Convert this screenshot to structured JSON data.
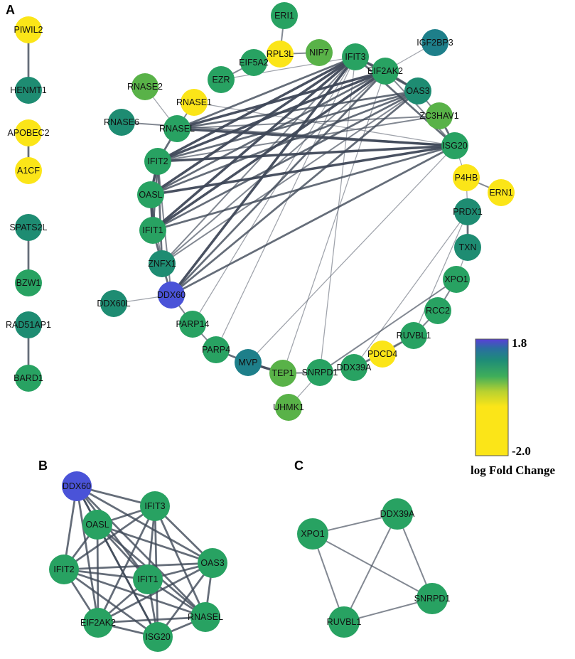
{
  "panels": {
    "a": "A",
    "b": "B",
    "c": "C"
  },
  "legend": {
    "max_label": "1.8",
    "min_label": "-2.0",
    "title": "log Fold Change",
    "max": 1.8,
    "min": -2.0
  },
  "colors": {
    "blue": "#4a53d8",
    "teal": "#1e7f8a",
    "deep_green": "#1e8c72",
    "green": "#28a262",
    "light_green": "#59b248",
    "yellow": "#fbe518",
    "edge": "#3f4858"
  },
  "panel_a_left": {
    "nodes": [
      {
        "id": "PIWIL2",
        "color": "yellow"
      },
      {
        "id": "HENMT1",
        "color": "deep_green"
      },
      {
        "id": "APOBEC2",
        "color": "yellow"
      },
      {
        "id": "A1CF",
        "color": "yellow"
      },
      {
        "id": "SPATS2L",
        "color": "deep_green"
      },
      {
        "id": "BZW1",
        "color": "green"
      },
      {
        "id": "RAD51AP1",
        "color": "deep_green"
      },
      {
        "id": "BARD1",
        "color": "green"
      }
    ],
    "edges": [
      [
        "PIWIL2",
        "HENMT1"
      ],
      [
        "APOBEC2",
        "A1CF"
      ],
      [
        "SPATS2L",
        "BZW1"
      ],
      [
        "RAD51AP1",
        "BARD1"
      ]
    ]
  },
  "panel_a_main": {
    "nodes": [
      {
        "id": "ERI1",
        "color": "green"
      },
      {
        "id": "RPL3L",
        "color": "yellow"
      },
      {
        "id": "NIP7",
        "color": "light_green"
      },
      {
        "id": "IFIT3",
        "color": "green"
      },
      {
        "id": "IGF2BP3",
        "color": "teal"
      },
      {
        "id": "EIF2AK2",
        "color": "green"
      },
      {
        "id": "EIF5A2",
        "color": "green"
      },
      {
        "id": "EZR",
        "color": "green"
      },
      {
        "id": "OAS3",
        "color": "deep_green"
      },
      {
        "id": "RNASE2",
        "color": "light_green"
      },
      {
        "id": "RNASE1",
        "color": "yellow"
      },
      {
        "id": "ZC3HAV1",
        "color": "light_green"
      },
      {
        "id": "RNASE6",
        "color": "deep_green"
      },
      {
        "id": "RNASEL",
        "color": "green"
      },
      {
        "id": "ISG20",
        "color": "green"
      },
      {
        "id": "IFIT2",
        "color": "green"
      },
      {
        "id": "P4HB",
        "color": "yellow"
      },
      {
        "id": "ERN1",
        "color": "yellow"
      },
      {
        "id": "OASL",
        "color": "green"
      },
      {
        "id": "PRDX1",
        "color": "deep_green"
      },
      {
        "id": "IFIT1",
        "color": "green"
      },
      {
        "id": "TXN",
        "color": "deep_green"
      },
      {
        "id": "ZNFX1",
        "color": "deep_green"
      },
      {
        "id": "XPO1",
        "color": "green"
      },
      {
        "id": "DDX60L",
        "color": "deep_green"
      },
      {
        "id": "DDX60",
        "color": "blue"
      },
      {
        "id": "RCC2",
        "color": "green"
      },
      {
        "id": "PARP14",
        "color": "green"
      },
      {
        "id": "RUVBL1",
        "color": "green"
      },
      {
        "id": "PARP4",
        "color": "green"
      },
      {
        "id": "MVP",
        "color": "teal"
      },
      {
        "id": "PDCD4",
        "color": "yellow"
      },
      {
        "id": "TEP1",
        "color": "light_green"
      },
      {
        "id": "SNRPD1",
        "color": "green"
      },
      {
        "id": "DDX39A",
        "color": "green"
      },
      {
        "id": "UHMK1",
        "color": "light_green"
      }
    ],
    "edges": [
      [
        "ERI1",
        "RPL3L",
        2
      ],
      [
        "RPL3L",
        "EIF5A2",
        2
      ],
      [
        "EIF5A2",
        "EZR",
        2
      ],
      [
        "RPL3L",
        "NIP7",
        2
      ],
      [
        "IFIT3",
        "EIF2AK2",
        3
      ],
      [
        "EIF2AK2",
        "OAS3",
        3
      ],
      [
        "OAS3",
        "ZC3HAV1",
        2
      ],
      [
        "ZC3HAV1",
        "ISG20",
        3
      ],
      [
        "IGF2BP3",
        "EIF2AK2",
        1
      ],
      [
        "RNASE1",
        "RNASEL",
        2
      ],
      [
        "RNASEL",
        "IFIT2",
        3
      ],
      [
        "IFIT2",
        "OASL",
        4
      ],
      [
        "OASL",
        "IFIT1",
        4
      ],
      [
        "IFIT1",
        "ZNFX1",
        3
      ],
      [
        "ZNFX1",
        "DDX60",
        3
      ],
      [
        "DDX60",
        "DDX60L",
        1
      ],
      [
        "DDX60",
        "PARP14",
        2
      ],
      [
        "PARP14",
        "PARP4",
        2
      ],
      [
        "PARP4",
        "MVP",
        3
      ],
      [
        "MVP",
        "TEP1",
        4
      ],
      [
        "TEP1",
        "SNRPD1",
        2
      ],
      [
        "SNRPD1",
        "UHMK1",
        1
      ],
      [
        "SNRPD1",
        "DDX39A",
        2
      ],
      [
        "DDX39A",
        "PDCD4",
        2
      ],
      [
        "PDCD4",
        "RUVBL1",
        2
      ],
      [
        "DDX39A",
        "RUVBL1",
        2
      ],
      [
        "RUVBL1",
        "RCC2",
        2
      ],
      [
        "RCC2",
        "XPO1",
        2
      ],
      [
        "SNRPD1",
        "XPO1",
        2
      ],
      [
        "XPO1",
        "TXN",
        1
      ],
      [
        "TXN",
        "PRDX1",
        3
      ],
      [
        "P4HB",
        "ERN1",
        2
      ],
      [
        "PRDX1",
        "P4HB",
        1
      ],
      [
        "ISG20",
        "P4HB",
        1
      ],
      [
        "DDX60",
        "IFIT3",
        4
      ],
      [
        "DDX60",
        "EIF2AK2",
        3
      ],
      [
        "DDX60",
        "OAS3",
        3
      ],
      [
        "DDX60",
        "ISG20",
        3
      ],
      [
        "IFIT2",
        "IFIT3",
        4
      ],
      [
        "IFIT2",
        "EIF2AK2",
        4
      ],
      [
        "IFIT2",
        "OAS3",
        3
      ],
      [
        "IFIT2",
        "ISG20",
        4
      ],
      [
        "IFIT2",
        "ZC3HAV1",
        2
      ],
      [
        "OASL",
        "IFIT3",
        4
      ],
      [
        "OASL",
        "EIF2AK2",
        3
      ],
      [
        "OASL",
        "OAS3",
        3
      ],
      [
        "OASL",
        "ISG20",
        4
      ],
      [
        "IFIT1",
        "IFIT3",
        4
      ],
      [
        "IFIT1",
        "EIF2AK2",
        4
      ],
      [
        "IFIT1",
        "OAS3",
        3
      ],
      [
        "IFIT1",
        "ISG20",
        3
      ],
      [
        "RNASEL",
        "IFIT3",
        3
      ],
      [
        "RNASEL",
        "EIF2AK2",
        4
      ],
      [
        "RNASEL",
        "OAS3",
        3
      ],
      [
        "RNASEL",
        "ISG20",
        4
      ],
      [
        "RNASEL",
        "ZC3HAV1",
        2
      ],
      [
        "ZNFX1",
        "IFIT3",
        2
      ],
      [
        "ZNFX1",
        "EIF2AK2",
        2
      ],
      [
        "ZNFX1",
        "OAS3",
        2
      ],
      [
        "RNASE2",
        "RNASEL",
        1
      ],
      [
        "RNASE6",
        "ISG20",
        2
      ],
      [
        "EZR",
        "IFIT3",
        1
      ],
      [
        "IFIT3",
        "SNRPD1",
        1
      ],
      [
        "RNASE1",
        "ISG20",
        1
      ],
      [
        "IFIT3",
        "ISG20",
        3
      ],
      [
        "EIF2AK2",
        "ISG20",
        2
      ],
      [
        "IFIT3",
        "OAS3",
        3
      ],
      [
        "IFIT2",
        "IFIT1",
        3
      ],
      [
        "IFIT2",
        "ZNFX1",
        3
      ],
      [
        "OASL",
        "ZNFX1",
        2
      ],
      [
        "DDX60",
        "IFIT2",
        2
      ],
      [
        "PARP14",
        "IFIT3",
        1
      ],
      [
        "PARP4",
        "IFIT3",
        1
      ],
      [
        "MVP",
        "ISG20",
        1
      ],
      [
        "TEP1",
        "EIF2AK2",
        1
      ],
      [
        "DDX39A",
        "PRDX1",
        1
      ],
      [
        "RUVBL1",
        "PRDX1",
        1
      ]
    ]
  },
  "panel_b": {
    "nodes": [
      {
        "id": "DDX60",
        "color": "blue"
      },
      {
        "id": "IFIT3",
        "color": "green"
      },
      {
        "id": "OASL",
        "color": "green"
      },
      {
        "id": "OAS3",
        "color": "green"
      },
      {
        "id": "IFIT2",
        "color": "green"
      },
      {
        "id": "IFIT1",
        "color": "green"
      },
      {
        "id": "EIF2AK2",
        "color": "green"
      },
      {
        "id": "RNASEL",
        "color": "green"
      },
      {
        "id": "ISG20",
        "color": "green"
      }
    ],
    "edges": [
      [
        "DDX60",
        "IFIT3"
      ],
      [
        "DDX60",
        "OASL"
      ],
      [
        "DDX60",
        "OAS3"
      ],
      [
        "DDX60",
        "IFIT2"
      ],
      [
        "DDX60",
        "IFIT1"
      ],
      [
        "DDX60",
        "EIF2AK2"
      ],
      [
        "DDX60",
        "RNASEL"
      ],
      [
        "DDX60",
        "ISG20"
      ],
      [
        "IFIT3",
        "OASL"
      ],
      [
        "IFIT3",
        "OAS3"
      ],
      [
        "IFIT3",
        "IFIT2"
      ],
      [
        "IFIT3",
        "IFIT1"
      ],
      [
        "IFIT3",
        "EIF2AK2"
      ],
      [
        "IFIT3",
        "RNASEL"
      ],
      [
        "IFIT3",
        "ISG20"
      ],
      [
        "OASL",
        "OAS3"
      ],
      [
        "OASL",
        "IFIT2"
      ],
      [
        "OASL",
        "IFIT1"
      ],
      [
        "OASL",
        "EIF2AK2"
      ],
      [
        "OASL",
        "RNASEL"
      ],
      [
        "OASL",
        "ISG20"
      ],
      [
        "OAS3",
        "IFIT2"
      ],
      [
        "OAS3",
        "IFIT1"
      ],
      [
        "OAS3",
        "EIF2AK2"
      ],
      [
        "OAS3",
        "RNASEL"
      ],
      [
        "OAS3",
        "ISG20"
      ],
      [
        "IFIT2",
        "IFIT1"
      ],
      [
        "IFIT2",
        "EIF2AK2"
      ],
      [
        "IFIT2",
        "RNASEL"
      ],
      [
        "IFIT2",
        "ISG20"
      ],
      [
        "IFIT1",
        "EIF2AK2"
      ],
      [
        "IFIT1",
        "RNASEL"
      ],
      [
        "IFIT1",
        "ISG20"
      ],
      [
        "EIF2AK2",
        "ISG20"
      ],
      [
        "EIF2AK2",
        "RNASEL"
      ],
      [
        "RNASEL",
        "ISG20"
      ]
    ]
  },
  "panel_c": {
    "nodes": [
      {
        "id": "XPO1",
        "color": "green"
      },
      {
        "id": "DDX39A",
        "color": "green"
      },
      {
        "id": "SNRPD1",
        "color": "green"
      },
      {
        "id": "RUVBL1",
        "color": "green"
      }
    ],
    "edges": [
      [
        "XPO1",
        "DDX39A"
      ],
      [
        "XPO1",
        "SNRPD1"
      ],
      [
        "XPO1",
        "RUVBL1"
      ],
      [
        "DDX39A",
        "RUVBL1"
      ],
      [
        "DDX39A",
        "SNRPD1"
      ],
      [
        "RUVBL1",
        "SNRPD1"
      ]
    ]
  }
}
